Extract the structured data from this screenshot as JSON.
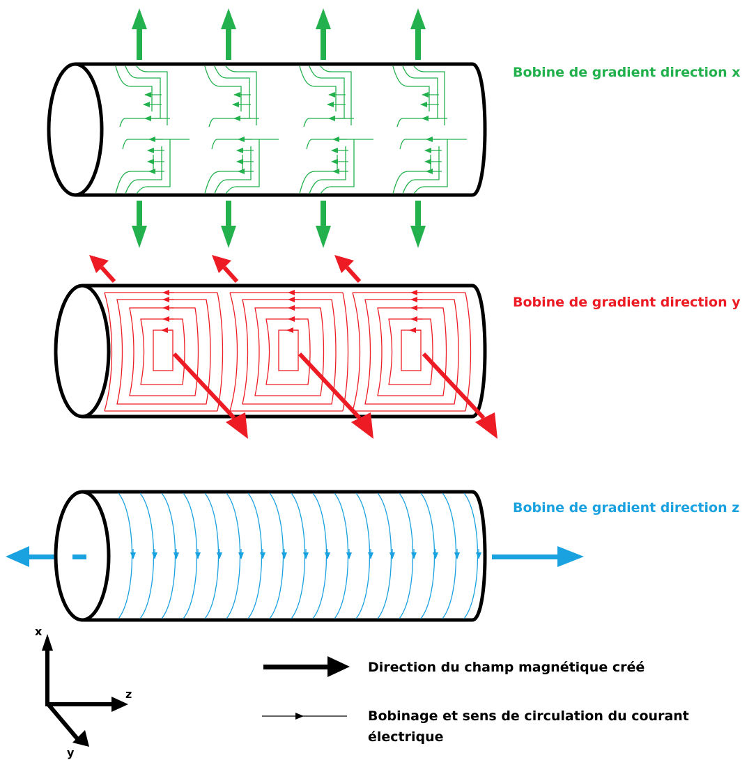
{
  "labels": {
    "x_coil": "Bobine de gradient direction x",
    "y_coil": "Bobine de gradient direction y",
    "z_coil": "Bobine de gradient direction z"
  },
  "axes": {
    "x": "x",
    "y": "y",
    "z": "z"
  },
  "legend": {
    "field_direction": "Direction du champ magnétique créé",
    "winding_line1": "Bobinage et sens de circulation du courant",
    "winding_line2": "électrique"
  },
  "colors": {
    "x_coil": "#22b14c",
    "y_coil": "#ed1c24",
    "z_coil": "#1aa1e0",
    "outline": "#000000"
  }
}
